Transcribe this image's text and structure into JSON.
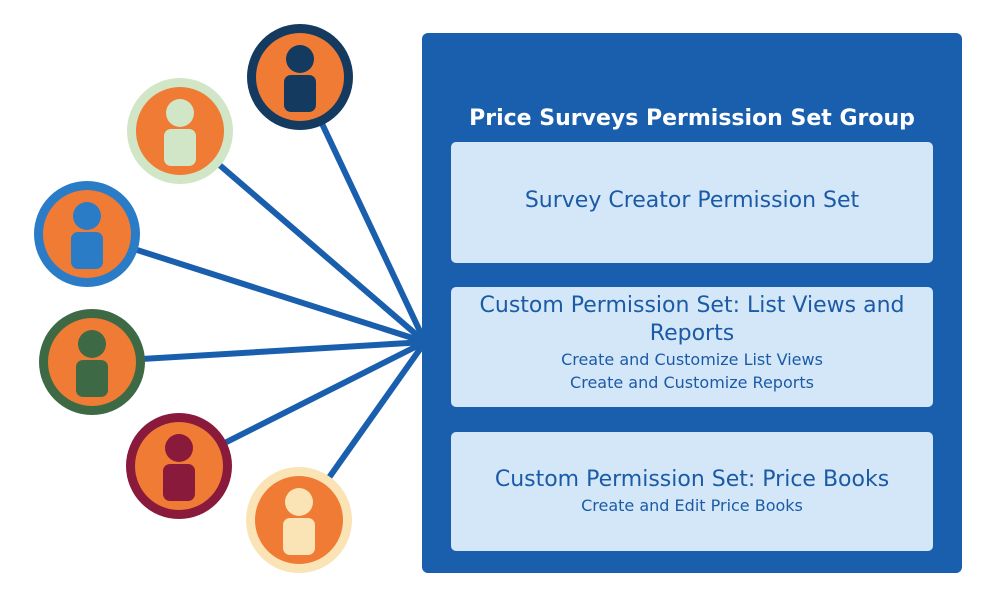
{
  "group": {
    "title": "Price Surveys Permission Set Group",
    "panel_color": "#1a5fad"
  },
  "permission_sets": [
    {
      "title": "Survey Creator Permission Set",
      "details": []
    },
    {
      "title": "Custom Permission Set: List Views and Reports",
      "details": [
        "Create and Customize List Views",
        "Create and Customize Reports"
      ]
    },
    {
      "title": "Custom Permission Set: Price Books",
      "details": [
        "Create and Edit Price Books"
      ]
    }
  ],
  "connector_color": "#1a5fad",
  "avatar_fill_color": "#ef7b35",
  "users": [
    {
      "icon": "user-icon",
      "ring_color": "#143a60",
      "figure_color": "#143a60"
    },
    {
      "icon": "user-icon",
      "ring_color": "#d0e6c6",
      "figure_color": "#d0e6c6"
    },
    {
      "icon": "user-icon",
      "ring_color": "#2a7cc7",
      "figure_color": "#2a7cc7"
    },
    {
      "icon": "user-icon",
      "ring_color": "#3d6a45",
      "figure_color": "#3d6a45"
    },
    {
      "icon": "user-icon",
      "ring_color": "#8a1a3c",
      "figure_color": "#8a1a3c"
    },
    {
      "icon": "user-icon",
      "ring_color": "#fae3b5",
      "figure_color": "#fae3b5"
    }
  ]
}
